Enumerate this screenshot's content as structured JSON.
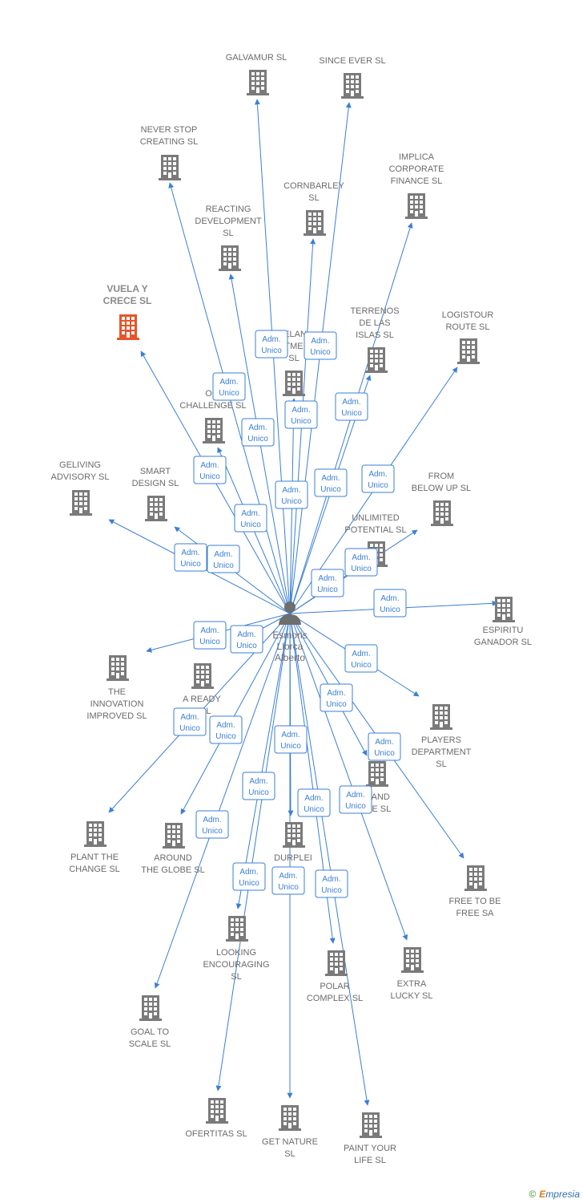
{
  "colors": {
    "edge": "#3a7fd5",
    "building": "#7a7a7a",
    "highlight": "#e8542a",
    "label": "#6b6b6b",
    "person": "#6e6e6e"
  },
  "center": {
    "lines": [
      "Esmoris",
      "Llorca",
      "Alberto"
    ],
    "icon": "person-icon"
  },
  "badge": {
    "line1": "Adm.",
    "line2": "Unico"
  },
  "companies": [
    {
      "id": "galvamur",
      "lines": [
        "GALVAMUR  SL"
      ],
      "icon": "building-icon",
      "highlight": false
    },
    {
      "id": "since-ever",
      "lines": [
        "SINCE EVER  SL"
      ],
      "icon": "building-icon",
      "highlight": false
    },
    {
      "id": "never-stop",
      "lines": [
        "NEVER STOP",
        "CREATING  SL"
      ],
      "icon": "building-icon",
      "highlight": false
    },
    {
      "id": "implica",
      "lines": [
        "IMPLICA",
        "CORPORATE",
        "FINANCE  SL"
      ],
      "icon": "building-icon",
      "highlight": false
    },
    {
      "id": "cornbarley",
      "lines": [
        "CORNBARLEY",
        "SL"
      ],
      "icon": "building-icon",
      "highlight": false
    },
    {
      "id": "reacting",
      "lines": [
        "REACTING",
        "DEVELOPMENT",
        "SL"
      ],
      "icon": "building-icon",
      "highlight": false
    },
    {
      "id": "vuela",
      "lines": [
        "VUELA Y",
        "CRECE  SL"
      ],
      "icon": "building-icon",
      "highlight": true
    },
    {
      "id": "terrenos",
      "lines": [
        "TERRENOS",
        "DE LAS",
        "ISLAS  SL"
      ],
      "icon": "building-icon",
      "highlight": false
    },
    {
      "id": "logistour",
      "lines": [
        "LOGISTOUR",
        "ROUTE  SL"
      ],
      "icon": "building-icon",
      "highlight": false
    },
    {
      "id": "hidden-mid",
      "lines": [
        "IELAN",
        "TME",
        "SL"
      ],
      "icon": "building-icon",
      "highlight": false
    },
    {
      "id": "challenge",
      "lines": [
        "OCI",
        "CHALLENGE  SL"
      ],
      "icon": "building-icon",
      "highlight": false
    },
    {
      "id": "geliving",
      "lines": [
        "GELIVING",
        "ADVISORY  SL"
      ],
      "icon": "building-icon",
      "highlight": false
    },
    {
      "id": "smart",
      "lines": [
        "SMART",
        "DESIGN  SL"
      ],
      "icon": "building-icon",
      "highlight": false
    },
    {
      "id": "from-below",
      "lines": [
        "FROM",
        "BELOW UP  SL"
      ],
      "icon": "building-icon",
      "highlight": false
    },
    {
      "id": "unlimited",
      "lines": [
        "UNLIMITED",
        "POTENTIAL  SL"
      ],
      "icon": "building-icon",
      "highlight": false
    },
    {
      "id": "espiritu",
      "lines": [
        "ESPIRITU",
        "GANADOR SL"
      ],
      "icon": "building-icon",
      "highlight": false
    },
    {
      "id": "innovation",
      "lines": [
        "THE",
        "INNOVATION",
        "IMPROVED  SL"
      ],
      "icon": "building-icon",
      "highlight": false
    },
    {
      "id": "a-ready",
      "lines": [
        "A READY",
        "T  SL"
      ],
      "icon": "building-icon",
      "highlight": false
    },
    {
      "id": "players",
      "lines": [
        "PLAYERS",
        "DEPARTMENT",
        "SL"
      ],
      "icon": "building-icon",
      "highlight": false
    },
    {
      "id": "expand",
      "lines": [
        "PAND",
        "GE  SL"
      ],
      "icon": "building-icon",
      "highlight": false
    },
    {
      "id": "plant",
      "lines": [
        "PLANT THE",
        "CHANGE  SL"
      ],
      "icon": "building-icon",
      "highlight": false
    },
    {
      "id": "around",
      "lines": [
        "AROUND",
        "THE GLOBE  SL"
      ],
      "icon": "building-icon",
      "highlight": false
    },
    {
      "id": "durplei",
      "lines": [
        "DURPLEI",
        "S    SL"
      ],
      "icon": "building-icon",
      "highlight": false
    },
    {
      "id": "free",
      "lines": [
        "FREE TO BE",
        "FREE SA"
      ],
      "icon": "building-icon",
      "highlight": false
    },
    {
      "id": "looking",
      "lines": [
        "LOOKING",
        "ENCOURAGING",
        "SL"
      ],
      "icon": "building-icon",
      "highlight": false
    },
    {
      "id": "polar",
      "lines": [
        "POLAR",
        "COMPLEX  SL"
      ],
      "icon": "building-icon",
      "highlight": false
    },
    {
      "id": "extra",
      "lines": [
        "EXTRA",
        "LUCKY  SL"
      ],
      "icon": "building-icon",
      "highlight": false
    },
    {
      "id": "goal",
      "lines": [
        "GOAL TO",
        "SCALE  SL"
      ],
      "icon": "building-icon",
      "highlight": false
    },
    {
      "id": "ofertitas",
      "lines": [
        "OFERTITAS  SL"
      ],
      "icon": "building-icon",
      "highlight": false
    },
    {
      "id": "get-nature",
      "lines": [
        "GET NATURE",
        "SL"
      ],
      "icon": "building-icon",
      "highlight": false
    },
    {
      "id": "paint",
      "lines": [
        "PAINT YOUR",
        "LIFE  SL"
      ],
      "icon": "building-icon",
      "highlight": false
    }
  ],
  "footer": {
    "copyright": "©",
    "brand_first": "E",
    "brand_rest": "mpresia"
  }
}
